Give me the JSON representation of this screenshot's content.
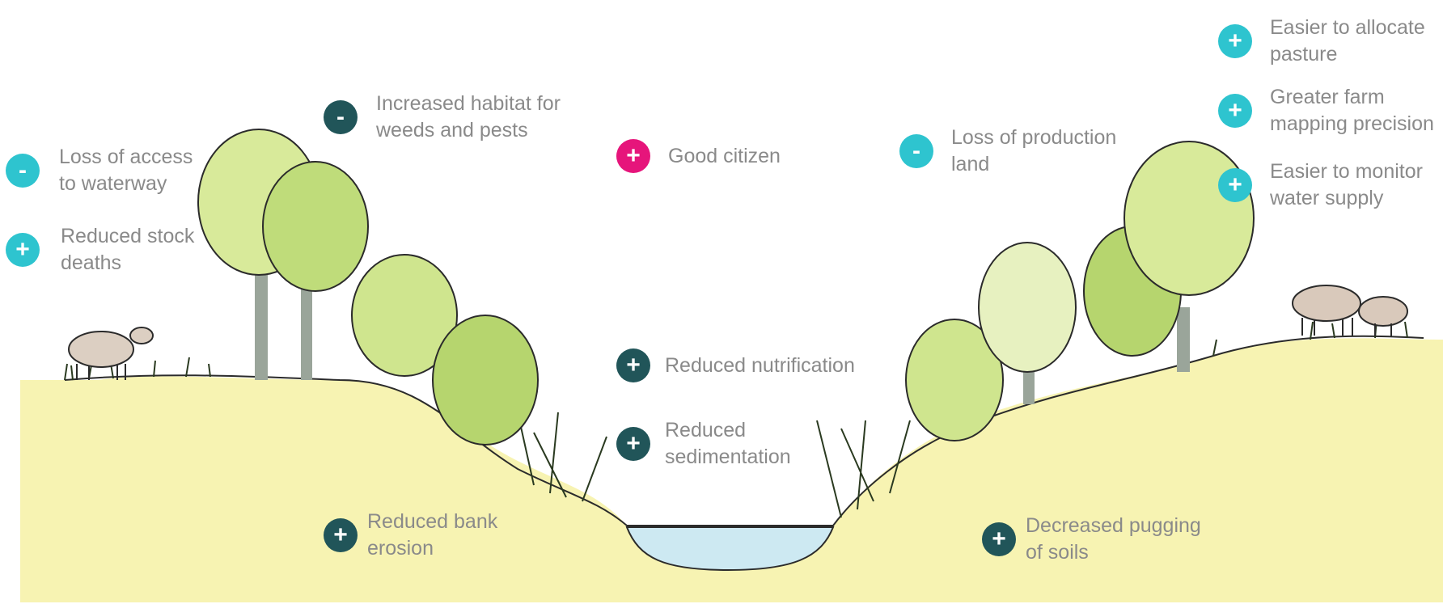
{
  "colors": {
    "light_badge": "#2ec4cf",
    "dark_badge": "#215559",
    "pink_badge": "#e6157b",
    "text": "#8a8a8a",
    "ground": "#f7f3b2",
    "water": "#cde9f2"
  },
  "labels": [
    {
      "id": "loss-access",
      "sign": "-",
      "tone": "light",
      "text": "Loss of access\nto waterway"
    },
    {
      "id": "reduced-stock",
      "sign": "+",
      "tone": "light",
      "text": "Reduced stock\ndeaths"
    },
    {
      "id": "weeds-pests",
      "sign": "-",
      "tone": "dark",
      "text": "Increased habitat for\nweeds and pests"
    },
    {
      "id": "good-citizen",
      "sign": "+",
      "tone": "pink",
      "text": "Good citizen"
    },
    {
      "id": "loss-production",
      "sign": "-",
      "tone": "light",
      "text": "Loss of production\nland"
    },
    {
      "id": "allocate-pasture",
      "sign": "+",
      "tone": "light",
      "text": "Easier to allocate\npasture"
    },
    {
      "id": "farm-mapping",
      "sign": "+",
      "tone": "light",
      "text": "Greater farm\nmapping precision"
    },
    {
      "id": "monitor-water",
      "sign": "+",
      "tone": "light",
      "text": "Easier to monitor\nwater supply"
    },
    {
      "id": "nutrification",
      "sign": "+",
      "tone": "dark",
      "text": "Reduced nutrification"
    },
    {
      "id": "sedimentation",
      "sign": "+",
      "tone": "dark",
      "text": "Reduced\nsedimentation"
    },
    {
      "id": "bank-erosion",
      "sign": "+",
      "tone": "dark",
      "text": "Reduced bank\nerosion"
    },
    {
      "id": "pugging",
      "sign": "+",
      "tone": "dark",
      "text": "Decreased pugging\nof soils"
    }
  ]
}
